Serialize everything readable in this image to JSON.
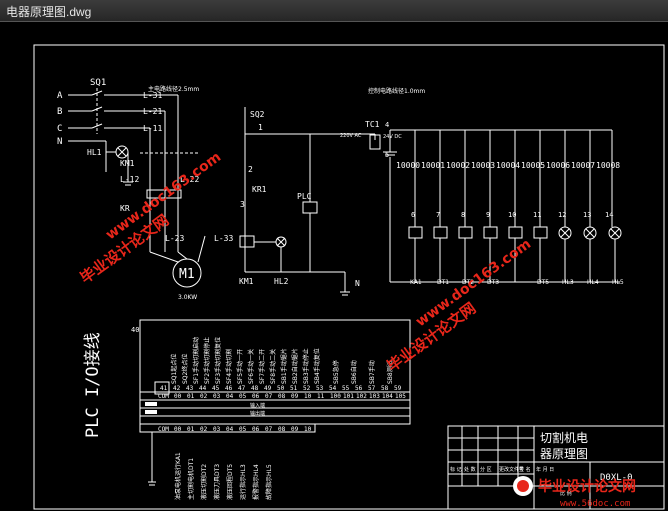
{
  "window": {
    "title": "电器原理图.dwg"
  },
  "colors": {
    "background": "#000000",
    "lines": "#ffffff",
    "watermark": "#e8261a",
    "fill_block": "#ffffff"
  },
  "power_circuit": {
    "switch": "SQ1",
    "phases": [
      "A",
      "B",
      "C",
      "N"
    ],
    "lines": [
      "L-31",
      "L-21",
      "L-11"
    ],
    "wire_note": "主电路线径2.5mm",
    "lamp": "HL1",
    "contactor": "KM1",
    "sublines": [
      "L-12",
      "L-22",
      "L-23",
      "L-33"
    ],
    "relay": "KR1",
    "relay_contact": "KR",
    "motor": "M1",
    "motor_power": "3.0KW",
    "numbers": [
      "1",
      "2",
      "3"
    ],
    "sq2": "SQ2",
    "plc_label": "PLC",
    "km1_bottom": "KM1",
    "hl2": "HL2",
    "neutral": "N"
  },
  "control_circuit": {
    "wire_note": "控制电路线径1.0mm",
    "transformer": "TC1",
    "tc_pins": [
      "4",
      "5"
    ],
    "tc_primary": "220V AC",
    "tc_secondary": "24V DC",
    "contact_labels": [
      "10000",
      "10001",
      "10002",
      "10003",
      "10004",
      "10005",
      "10006",
      "10007",
      "10008"
    ],
    "node_numbers": [
      "6",
      "7",
      "8",
      "9",
      "10",
      "11",
      "12",
      "13",
      "14"
    ],
    "loads": [
      "KA1",
      "DT1",
      "DT2",
      "DT3",
      "DT5",
      "HL3",
      "HL4",
      "HL5"
    ]
  },
  "plc_io": {
    "label": "PLC I/O接线",
    "input_header": "40",
    "input_numbers": [
      "41",
      "42",
      "43",
      "44",
      "45",
      "46",
      "47",
      "48",
      "49",
      "50",
      "51",
      "52",
      "53",
      "54",
      "55",
      "56",
      "57",
      "58",
      "59"
    ],
    "input_addresses": [
      "COM",
      "00",
      "01",
      "02",
      "03",
      "04",
      "05",
      "06",
      "07",
      "08",
      "09",
      "10",
      "11",
      "100",
      "101",
      "102",
      "103",
      "104",
      "105"
    ],
    "input_labels": [
      "SQ1起点位",
      "SQ2终点位",
      "SF1手动切割启动",
      "SF2手动切割停止",
      "SF3手动切割复位",
      "SF4手动切割",
      "SF5手动一开",
      "SF6手动一关",
      "SF7手动二开",
      "SF8手动二关",
      "SB1手动锯片",
      "SB2自动锯片",
      "SB3手动停止",
      "SB4手动复位",
      "SB5急停",
      "SB6自动",
      "SB7手动",
      "SB8测试"
    ],
    "output_addresses": [
      "COM",
      "00",
      "01",
      "02",
      "03",
      "04",
      "05",
      "06",
      "07",
      "08",
      "09",
      "10"
    ],
    "output_labels": [
      "油泵电机运行KA1",
      "主切割电机DT1",
      "液压切割DT2",
      "液压刀具DT3",
      "液压回程DT5",
      "运行指示HL3",
      "报警指示HL4",
      "故障指示HL5"
    ],
    "terminal_rows": [
      "输入端",
      "输出端"
    ]
  },
  "title_block": {
    "title_line1": "切割机电",
    "title_line2": "器原理图",
    "drawing_no": "D0XL-0",
    "row_labels": [
      "标 记",
      "处 数",
      "分 区",
      "更改文件号",
      "签 名",
      "年 月 日"
    ],
    "scale_label": "比 例"
  },
  "watermarks": {
    "site1": "毕业设计论文网",
    "url1": "www.doc163.com",
    "site2": "毕业设计论文网",
    "url2": "www.doc163.com",
    "footer_brand": "毕业设计论文网",
    "footer_url": "www.56doc.com"
  }
}
